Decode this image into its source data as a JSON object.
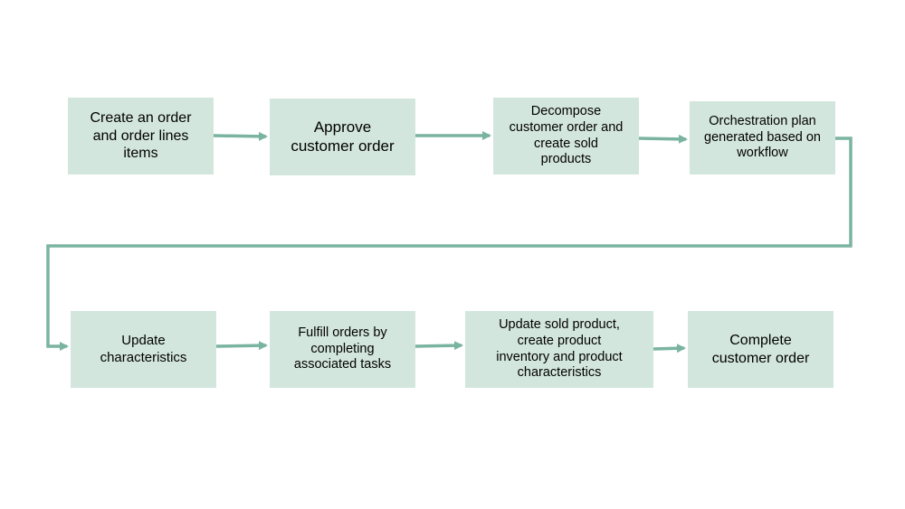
{
  "diagram": {
    "connector_color": "#7ab4a1",
    "box_color": "#d3e6dd",
    "steps": [
      {
        "id": "s1",
        "label": "Create an order\nand order lines\nitems"
      },
      {
        "id": "s2",
        "label": "Approve\ncustomer order"
      },
      {
        "id": "s3",
        "label": "Decompose\ncustomer order and\ncreate sold\nproducts"
      },
      {
        "id": "s4",
        "label": "Orchestration plan\ngenerated based on\nworkflow"
      },
      {
        "id": "s5",
        "label": "Update\ncharacteristics"
      },
      {
        "id": "s6",
        "label": "Fulfill orders by\ncompleting\nassociated tasks"
      },
      {
        "id": "s7",
        "label": "Update sold product,\ncreate product\ninventory and product\ncharacteristics"
      },
      {
        "id": "s8",
        "label": "Complete\ncustomer order"
      }
    ],
    "flows": [
      {
        "from": "s1",
        "to": "s2"
      },
      {
        "from": "s2",
        "to": "s3"
      },
      {
        "from": "s3",
        "to": "s4"
      },
      {
        "from": "s4",
        "to": "s5"
      },
      {
        "from": "s5",
        "to": "s6"
      },
      {
        "from": "s6",
        "to": "s7"
      },
      {
        "from": "s7",
        "to": "s8"
      }
    ]
  }
}
